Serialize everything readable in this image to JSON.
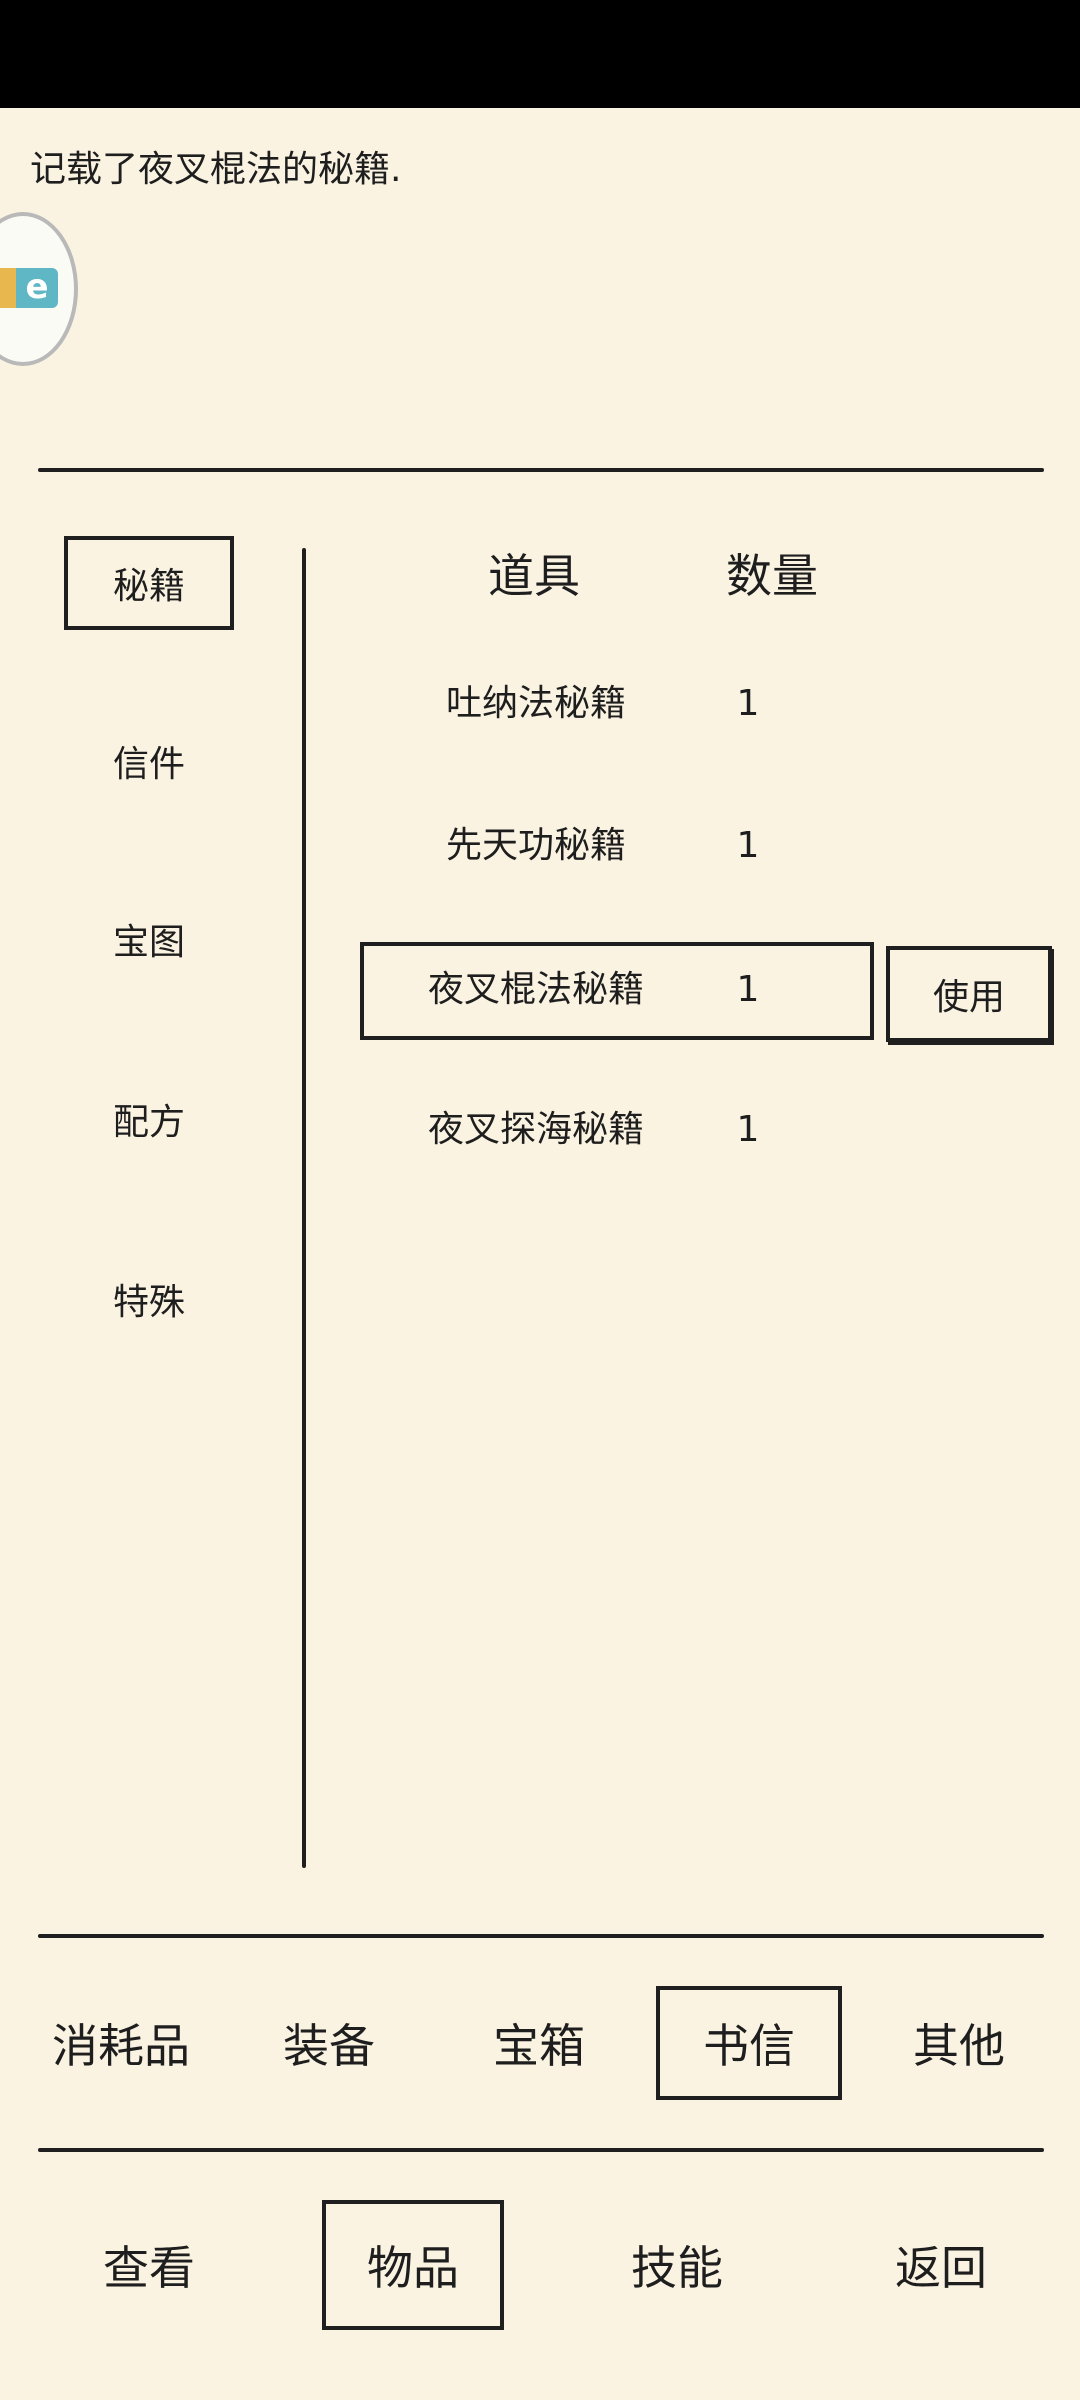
{
  "description": "记载了夜叉棍法的秘籍.",
  "side_tabs": [
    "秘籍",
    "信件",
    "宝图",
    "配方",
    "特殊"
  ],
  "side_selected_index": 0,
  "table": {
    "headers": {
      "item": "道具",
      "qty": "数量"
    },
    "rows": [
      {
        "name": "吐纳法秘籍",
        "qty": "1"
      },
      {
        "name": "先天功秘籍",
        "qty": "1"
      },
      {
        "name": "夜叉棍法秘籍",
        "qty": "1"
      },
      {
        "name": "夜叉探海秘籍",
        "qty": "1"
      }
    ],
    "selected_row_index": 2
  },
  "use_button": "使用",
  "category_tabs": [
    "消耗品",
    "装备",
    "宝箱",
    "书信",
    "其他"
  ],
  "category_selected_index": 3,
  "nav_tabs": [
    "查看",
    "物品",
    "技能",
    "返回"
  ],
  "nav_selected_index": 1,
  "colors": {
    "background": "#faf3e2",
    "ink": "#1f1f1f"
  },
  "icons": {
    "badge": "app-badge-icon"
  }
}
